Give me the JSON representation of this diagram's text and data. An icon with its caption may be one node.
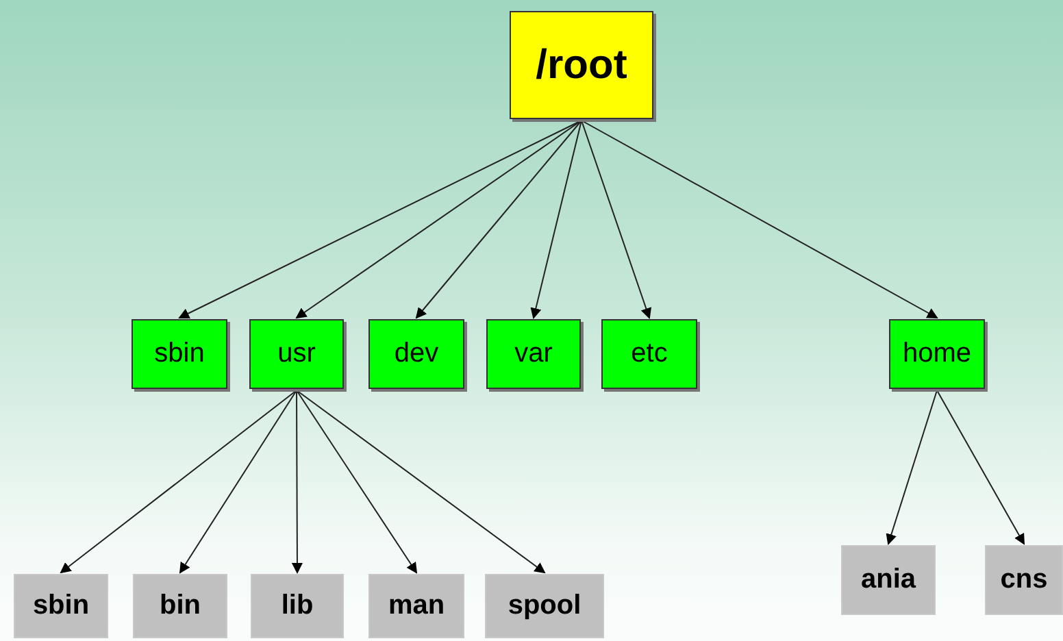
{
  "diagram": {
    "nodes": [
      {
        "text": [
          "/root"
        ]
      },
      {
        "text": [
          "sbin"
        ]
      },
      {
        "text": [
          "usr"
        ]
      },
      {
        "text": [
          "dev"
        ]
      },
      {
        "text": [
          "var"
        ]
      },
      {
        "text": [
          "etc"
        ]
      },
      {
        "text": [
          "home"
        ]
      },
      {
        "text": [
          "sbin"
        ]
      },
      {
        "text": [
          "bin"
        ]
      },
      {
        "text": [
          "lib"
        ]
      },
      {
        "text": [
          "man"
        ]
      },
      {
        "text": [
          "spool"
        ]
      },
      {
        "text": [
          "ania"
        ]
      },
      {
        "text": [
          "cns"
        ]
      }
    ],
    "edges": [
      {
        "from": 0,
        "to": 1,
        "arrow": "to"
      },
      {
        "from": 0,
        "to": 2,
        "arrow": "to"
      },
      {
        "from": 0,
        "to": 3,
        "arrow": "to"
      },
      {
        "from": 0,
        "to": 4,
        "arrow": "to"
      },
      {
        "from": 0,
        "to": 5,
        "arrow": "to"
      },
      {
        "from": 0,
        "to": 6,
        "arrow": "to"
      },
      {
        "from": 2,
        "to": 7,
        "arrow": "to"
      },
      {
        "from": 2,
        "to": 8,
        "arrow": "to"
      },
      {
        "from": 2,
        "to": 9,
        "arrow": "to"
      },
      {
        "from": 2,
        "to": 10,
        "arrow": "to"
      },
      {
        "from": 2,
        "to": 11,
        "arrow": "to"
      },
      {
        "from": 6,
        "to": 12,
        "arrow": "to"
      },
      {
        "from": 6,
        "to": 13,
        "arrow": "to"
      }
    ]
  }
}
